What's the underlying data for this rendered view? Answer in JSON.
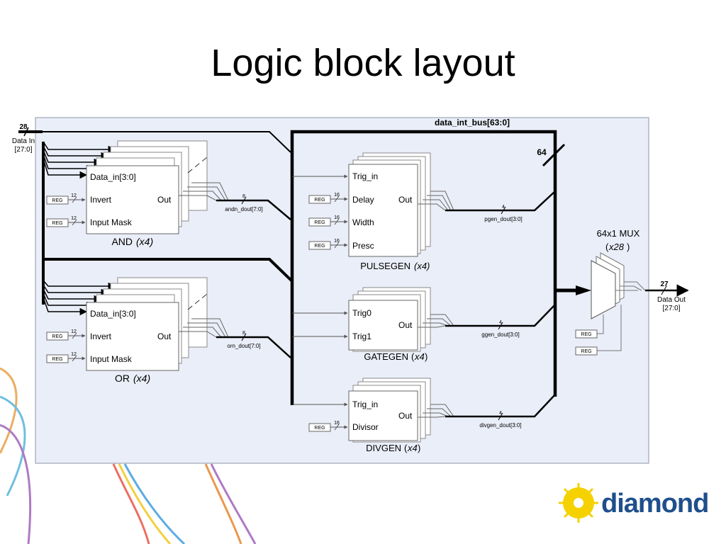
{
  "title": "Logic block layout",
  "bus": {
    "name": "data_int_bus[63:0]",
    "width": "64"
  },
  "data_in": {
    "width": "28",
    "label": "Data In",
    "range": "[27:0]"
  },
  "data_out": {
    "width": "27",
    "label": "Data Out",
    "range": "[27:0]"
  },
  "reg_label": "REG",
  "and_block": {
    "ports": [
      "Data_in[3:0]",
      "Invert",
      "Input Mask"
    ],
    "out": "Out",
    "reg_widths": [
      "12",
      "12"
    ],
    "name": "AND",
    "mult": "(x4)",
    "out_width": "8",
    "out_bus": "andn_dout[7:0]"
  },
  "or_block": {
    "ports": [
      "Data_in[3:0]",
      "Invert",
      "Input Mask"
    ],
    "out": "Out",
    "reg_widths": [
      "12",
      "12"
    ],
    "name": "OR",
    "mult": "(x4)",
    "out_width": "8",
    "out_bus": "orn_dout[7:0]"
  },
  "pulsegen": {
    "ports": [
      "Trig_in",
      "Delay",
      "Width",
      "Presc"
    ],
    "out": "Out",
    "reg_widths": [
      "16",
      "16",
      "16"
    ],
    "name": "PULSEGEN",
    "mult": "(x4)",
    "out_width": "4",
    "out_bus": "pgen_dout[3:0]"
  },
  "gategen": {
    "ports": [
      "Trig0",
      "Trig1"
    ],
    "out": "Out",
    "name": "GATEGEN",
    "mult": "x4",
    "out_width": "4",
    "out_bus": "ggen_dout[3:0]"
  },
  "divgen": {
    "ports": [
      "Trig_in",
      "Divisor"
    ],
    "out": "Out",
    "reg_widths": [
      "16"
    ],
    "name": "DIVGEN",
    "mult": "x4",
    "out_width": "4",
    "out_bus": "divgen_dout[3:0]"
  },
  "mux": {
    "name": "64x1 MUX",
    "mult": "x28"
  },
  "logo": {
    "text": "diamond",
    "colors": {
      "sun": "#f5d100",
      "text": "#1f4f8c"
    }
  },
  "colors": {
    "panel": "#eaeef8",
    "panel_border": "#8c96aa"
  }
}
